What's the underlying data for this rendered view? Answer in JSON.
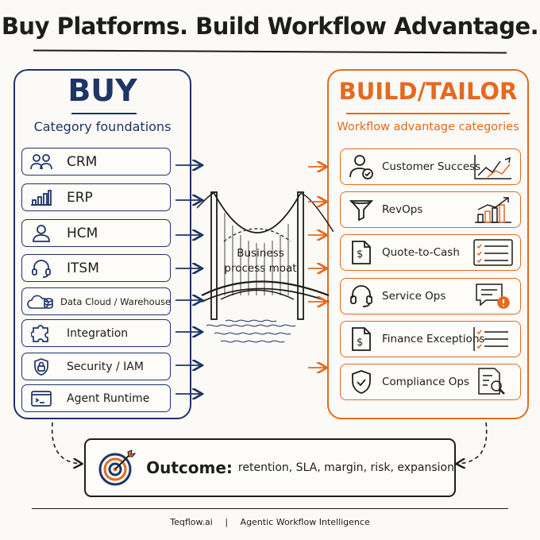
{
  "title": "Buy Platforms. Build Workflow Advantage.",
  "buy": {
    "heading": "BUY",
    "subheading": "Category foundations",
    "items": [
      {
        "label": "CRM",
        "icon": "users-icon"
      },
      {
        "label": "ERP",
        "icon": "bar-chart-icon"
      },
      {
        "label": "HCM",
        "icon": "person-icon"
      },
      {
        "label": "ITSM",
        "icon": "headset-icon"
      },
      {
        "label": "Data Cloud / Warehouse",
        "icon": "cloud-database-icon"
      },
      {
        "label": "Integration",
        "icon": "puzzle-icon"
      },
      {
        "label": "Security / IAM",
        "icon": "lock-icon"
      },
      {
        "label": "Agent Runtime",
        "icon": "terminal-icon"
      }
    ]
  },
  "build": {
    "heading": "BUILD/TAILOR",
    "subheading": "Workflow advantage categories",
    "items": [
      {
        "label": "Customer Success",
        "icon": "user-check-icon",
        "illustration": "trend-up-chart-icon"
      },
      {
        "label": "RevOps",
        "icon": "funnel-icon",
        "illustration": "growth-bars-icon"
      },
      {
        "label": "Quote-to-Cash",
        "icon": "invoice-dollar-icon",
        "illustration": "checklist-icon"
      },
      {
        "label": "Service Ops",
        "icon": "headset-icon",
        "illustration": "alert-message-icon"
      },
      {
        "label": "Finance Exceptions",
        "icon": "document-dollar-icon",
        "illustration": "checklist-icon"
      },
      {
        "label": "Compliance Ops",
        "icon": "shield-check-icon",
        "illustration": "document-search-icon"
      }
    ]
  },
  "bridge": {
    "label_line1": "Business",
    "label_line2": "process moat"
  },
  "outcome": {
    "heading": "Outcome:",
    "text": "retention, SLA, margin, risk, expansion",
    "icon": "target-icon"
  },
  "footer": {
    "brand": "Teqflow.ai",
    "separator": "|",
    "tagline": "Agentic Workflow Intelligence"
  },
  "colors": {
    "buy": "#1e3567",
    "build": "#e46a1f",
    "ink": "#1d1d1d",
    "alert": "#e46a1f"
  }
}
